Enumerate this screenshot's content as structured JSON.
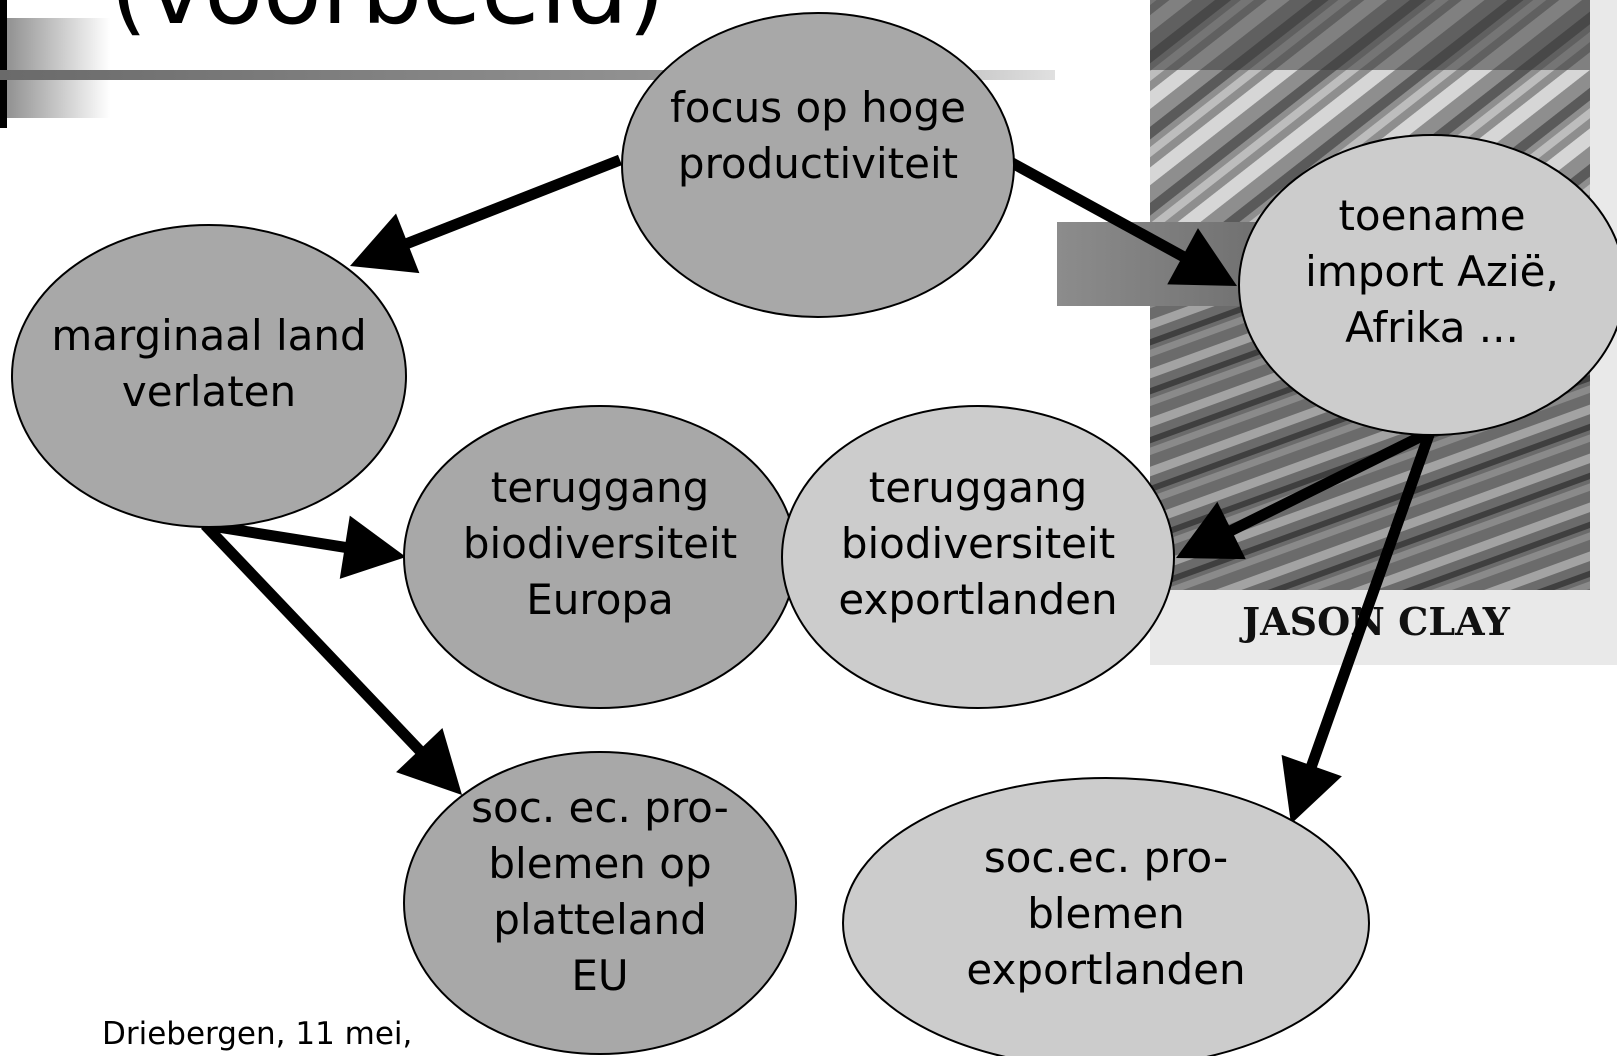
{
  "slide": {
    "title_fragment": "(voorbeeld)",
    "footer": "Driebergen, 11 mei,"
  },
  "book_cover": {
    "author": "JASON CLAY"
  },
  "nodes": {
    "focus": {
      "lines": [
        "focus op hoge",
        "productiviteit"
      ],
      "fill": "#a8a8a8"
    },
    "toename": {
      "lines": [
        "toename",
        "import Azië,",
        "Afrika ..."
      ],
      "fill": "#cccccc"
    },
    "marginaal": {
      "lines": [
        "marginaal land",
        "verlaten"
      ],
      "fill": "#a8a8a8"
    },
    "biodiv_europa": {
      "lines": [
        "teruggang",
        "biodiversiteit",
        "Europa"
      ],
      "fill": "#a8a8a8"
    },
    "biodiv_export": {
      "lines": [
        "teruggang",
        "biodiversiteit",
        "exportlanden"
      ],
      "fill": "#cccccc"
    },
    "socec_eu": {
      "lines": [
        "soc. ec. pro-",
        "blemen op",
        "platteland",
        "EU"
      ],
      "fill": "#a8a8a8"
    },
    "socec_export": {
      "lines": [
        "soc.ec. pro-",
        "blemen",
        "exportlanden"
      ],
      "fill": "#cccccc"
    }
  },
  "edges": [
    {
      "from": "focus",
      "to": "marginaal"
    },
    {
      "from": "focus",
      "to": "toename"
    },
    {
      "from": "marginaal",
      "to": "biodiv_europa"
    },
    {
      "from": "marginaal",
      "to": "socec_eu"
    },
    {
      "from": "toename",
      "to": "biodiv_export"
    },
    {
      "from": "toename",
      "to": "socec_export"
    }
  ]
}
